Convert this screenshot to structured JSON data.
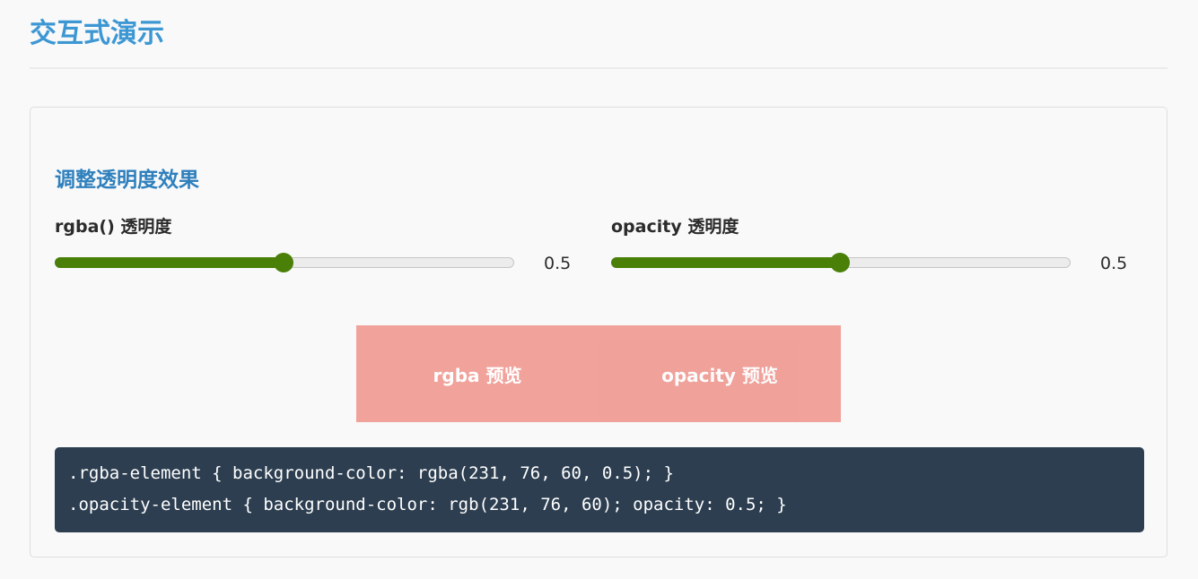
{
  "header": {
    "title": "交互式演示"
  },
  "demo": {
    "section_title": "调整透明度效果",
    "colors": {
      "base_rgb": "#e74c3c",
      "slider_accent": "#4a8008",
      "code_bg": "#2c3e50"
    },
    "controls": {
      "rgba": {
        "label": "rgba() 透明度",
        "value": 0.5,
        "value_text": "0.5"
      },
      "opacity": {
        "label": "opacity 透明度",
        "value": 0.5,
        "value_text": "0.5"
      }
    },
    "previews": {
      "rgba_label": "rgba 预览",
      "opacity_label": "opacity 预览"
    },
    "code": {
      "line1": ".rgba-element { background-color: rgba(231, 76, 60, 0.5); }",
      "line2": ".opacity-element { background-color: rgb(231, 76, 60); opacity: 0.5; }"
    }
  }
}
